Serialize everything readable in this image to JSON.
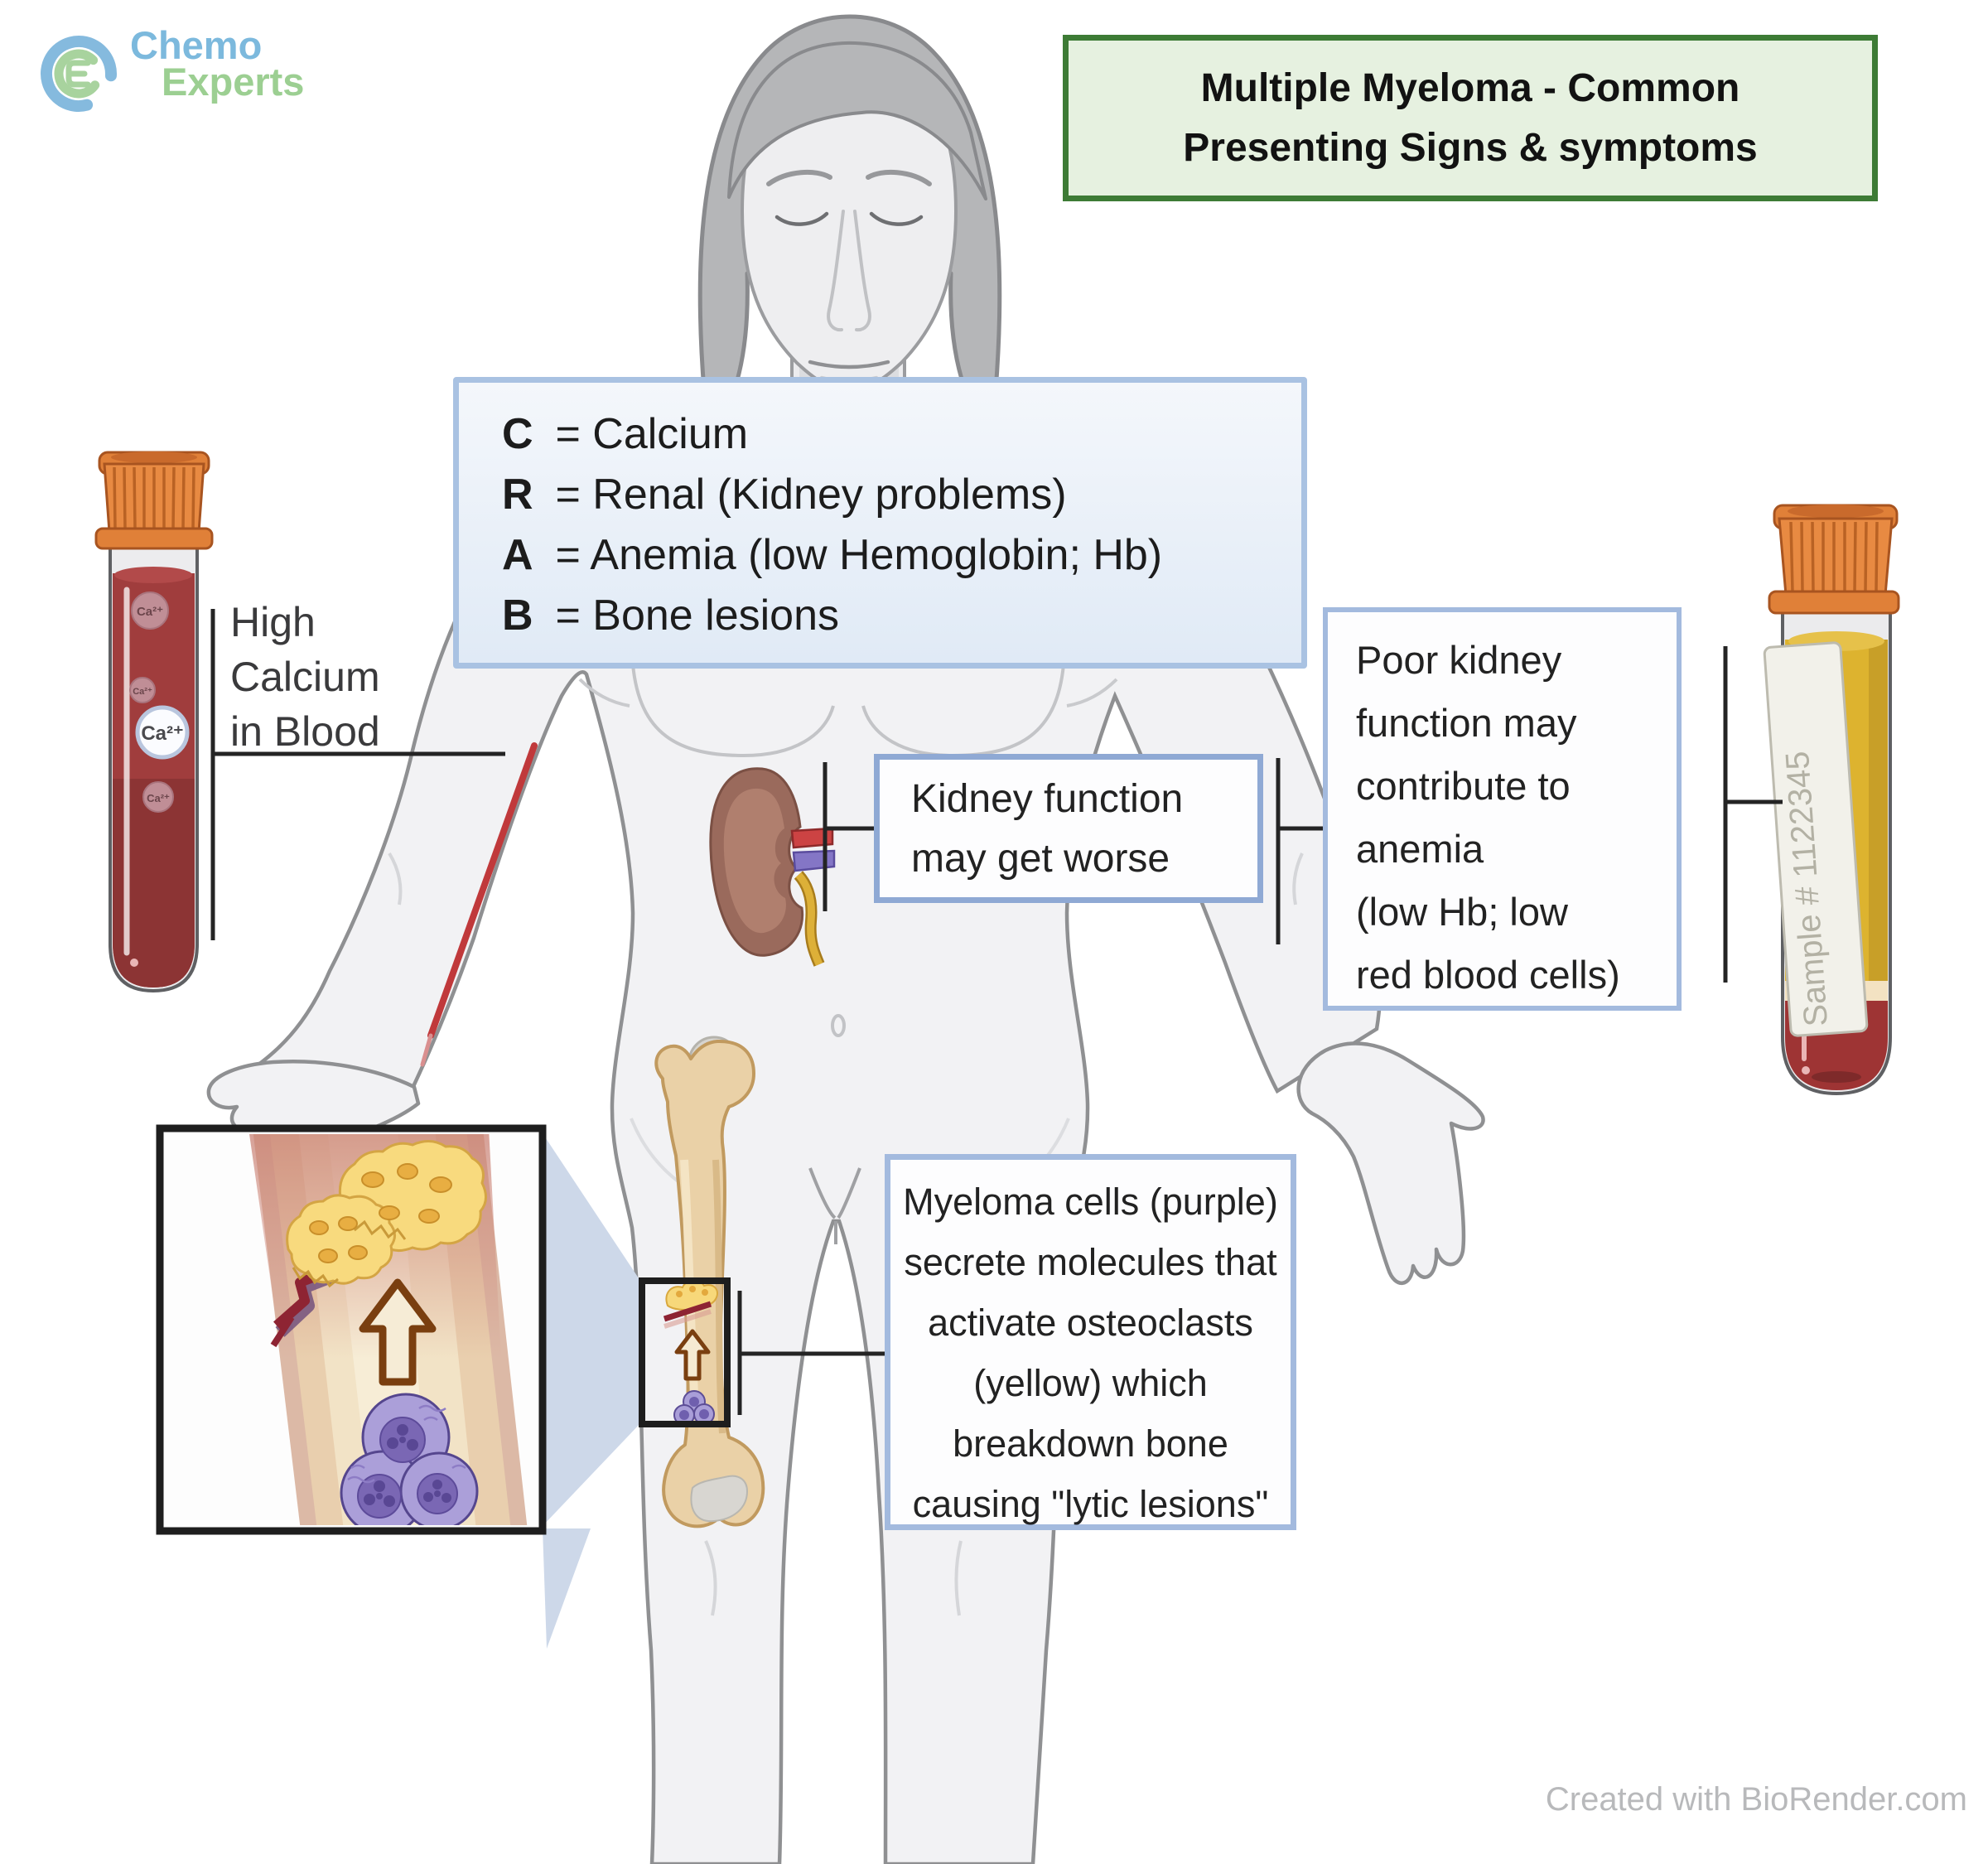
{
  "logo": {
    "line1": "Chemo",
    "line2": "Experts"
  },
  "title": {
    "line1": "Multiple Myeloma - Common",
    "line2": "Presenting Signs & symptoms"
  },
  "crab": {
    "items": [
      {
        "letter": "C",
        "text": "= Calcium"
      },
      {
        "letter": "R",
        "text": "= Renal (Kidney problems)"
      },
      {
        "letter": "A",
        "text": "= Anemia (low Hemoglobin; Hb)"
      },
      {
        "letter": "B",
        "text": "= Bone lesions"
      }
    ]
  },
  "labels": {
    "high_calcium": {
      "lines": [
        "High",
        "Calcium",
        "in Blood"
      ]
    }
  },
  "callouts": {
    "kidney": {
      "lines": [
        "Kidney function",
        "may get worse"
      ]
    },
    "anemia": {
      "lines": [
        "Poor kidney",
        "function may",
        "contribute to",
        "anemia",
        "(low Hb; low",
        "red blood cells)"
      ]
    },
    "myeloma": {
      "lines": [
        "Myeloma cells (purple)",
        "secrete molecules that",
        "activate osteoclasts",
        "(yellow) which",
        "breakdown bone",
        "causing \"lytic lesions\""
      ]
    }
  },
  "tubes": {
    "left": {
      "ca_label": "Ca²⁺",
      "content": "high calcium blood sample"
    },
    "right": {
      "sample_label": "Sample # 1122345",
      "content": "serum and low red blood cells"
    }
  },
  "credit": "Created with BioRender.com",
  "colors": {
    "title_border": "#3d7b35",
    "title_bg": "#e6f1e0",
    "callout_border": "#a3bade",
    "crab_bg": "#e9f0f9",
    "cap_orange": "#e8843c",
    "blood_red": "#a03d3d",
    "serum_yellow": "#ddb32f",
    "myeloma_purple": "#ab9fd9",
    "osteoclast_yellow": "#f8da7e",
    "bone_tan": "#ead1a7",
    "body_gray": "#f2f2f4",
    "hair_gray": "#b5b6b8",
    "lesion_red": "#8e2433",
    "connector": "#242424"
  }
}
